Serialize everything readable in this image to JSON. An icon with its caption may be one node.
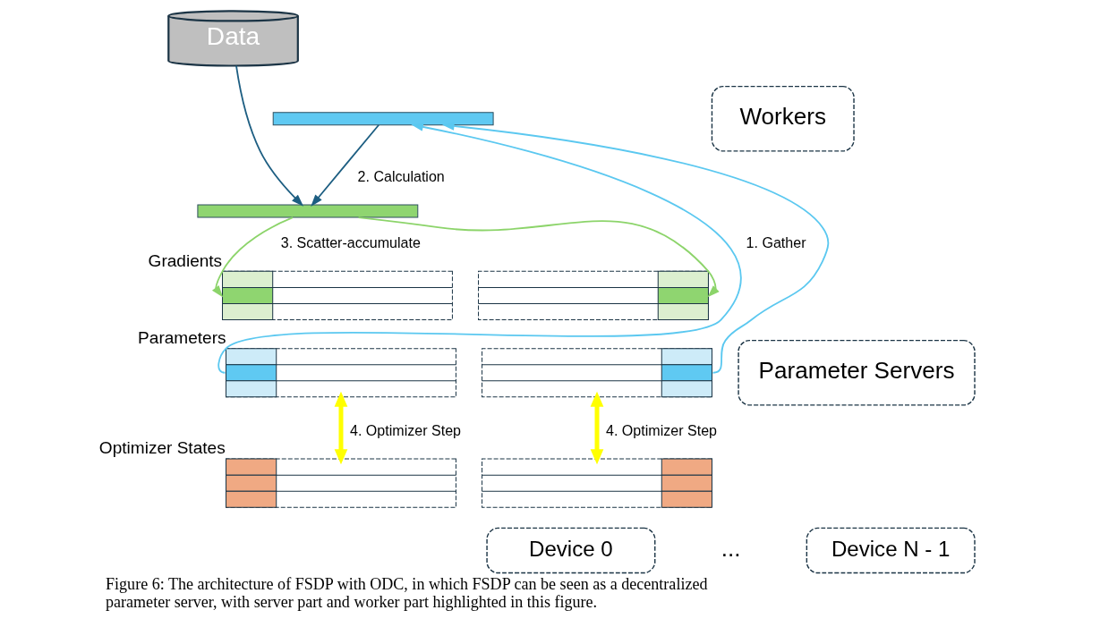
{
  "diagram": {
    "caption": "Figure 6: The architecture of FSDP with ODC, in which FSDP can be seen as a decentralized parameter server, with server part and worker part highlighted in this figure.",
    "nodes": [
      {
        "text": [
          "Data"
        ]
      },
      {
        "text": [
          "Device 0"
        ]
      },
      {
        "text": [
          "Device N - 1"
        ]
      },
      {
        "text": [
          "Workers"
        ]
      },
      {
        "text": [],
        "shape": "bar"
      },
      {
        "text": [],
        "shape": "bar"
      },
      {
        "text": [
          "Parameter Servers"
        ]
      },
      {
        "text": [],
        "shape": "table",
        "beside": [
          "Gradients"
        ]
      },
      {
        "text": [],
        "shape": "table"
      },
      {
        "text": [],
        "shape": "table",
        "beside": [
          "Parameters"
        ]
      },
      {
        "text": [],
        "shape": "table"
      },
      {
        "text": [],
        "shape": "table",
        "beside": [
          "Optimizer States"
        ]
      },
      {
        "text": [],
        "shape": "table"
      }
    ],
    "edges": [
      {
        "from": 9,
        "to": 4,
        "arrow": "to",
        "label": "1. Gather",
        "color": "#5bc8f0"
      },
      {
        "from": 10,
        "to": 4,
        "arrow": "to",
        "color": "#5bc8f0"
      },
      {
        "from": 4,
        "to": 5,
        "arrow": "to",
        "label": "2. Calculation",
        "color": "#1d5e82"
      },
      {
        "from": 0,
        "to": 5,
        "arrow": "to",
        "color": "#1d5e82"
      },
      {
        "from": 5,
        "to": 7,
        "arrow": "to",
        "label": "3. Scatter-accumulate",
        "color": "#8cd46a"
      },
      {
        "from": 5,
        "to": 8,
        "arrow": "to",
        "color": "#8cd46a"
      },
      {
        "from": 9,
        "to": 11,
        "arrow": "both",
        "label": "4. Optimizer Step",
        "style": "thick",
        "color": "#ffff00"
      },
      {
        "from": 10,
        "to": 12,
        "arrow": "both",
        "label": "4. Optimizer Step",
        "style": "thick",
        "color": "#ffff00"
      }
    ],
    "labels": [
      "..."
    ]
  }
}
